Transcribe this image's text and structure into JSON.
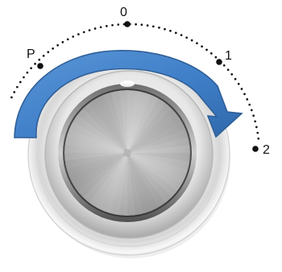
{
  "dial": {
    "labels": {
      "p": "P",
      "zero": "0",
      "one": "1",
      "two": "2"
    },
    "arrow_direction": "clockwise"
  },
  "colors": {
    "arrow_fill": "#3f7fc8",
    "arrow_edge": "#2f5f98",
    "tick_color": "#111111",
    "ring_outer": "#d8d8d8",
    "knob_center": "#b7b7b7"
  },
  "icons": {
    "knob": "rotary-knob-icon",
    "arrow": "clockwise-arrow-icon"
  }
}
